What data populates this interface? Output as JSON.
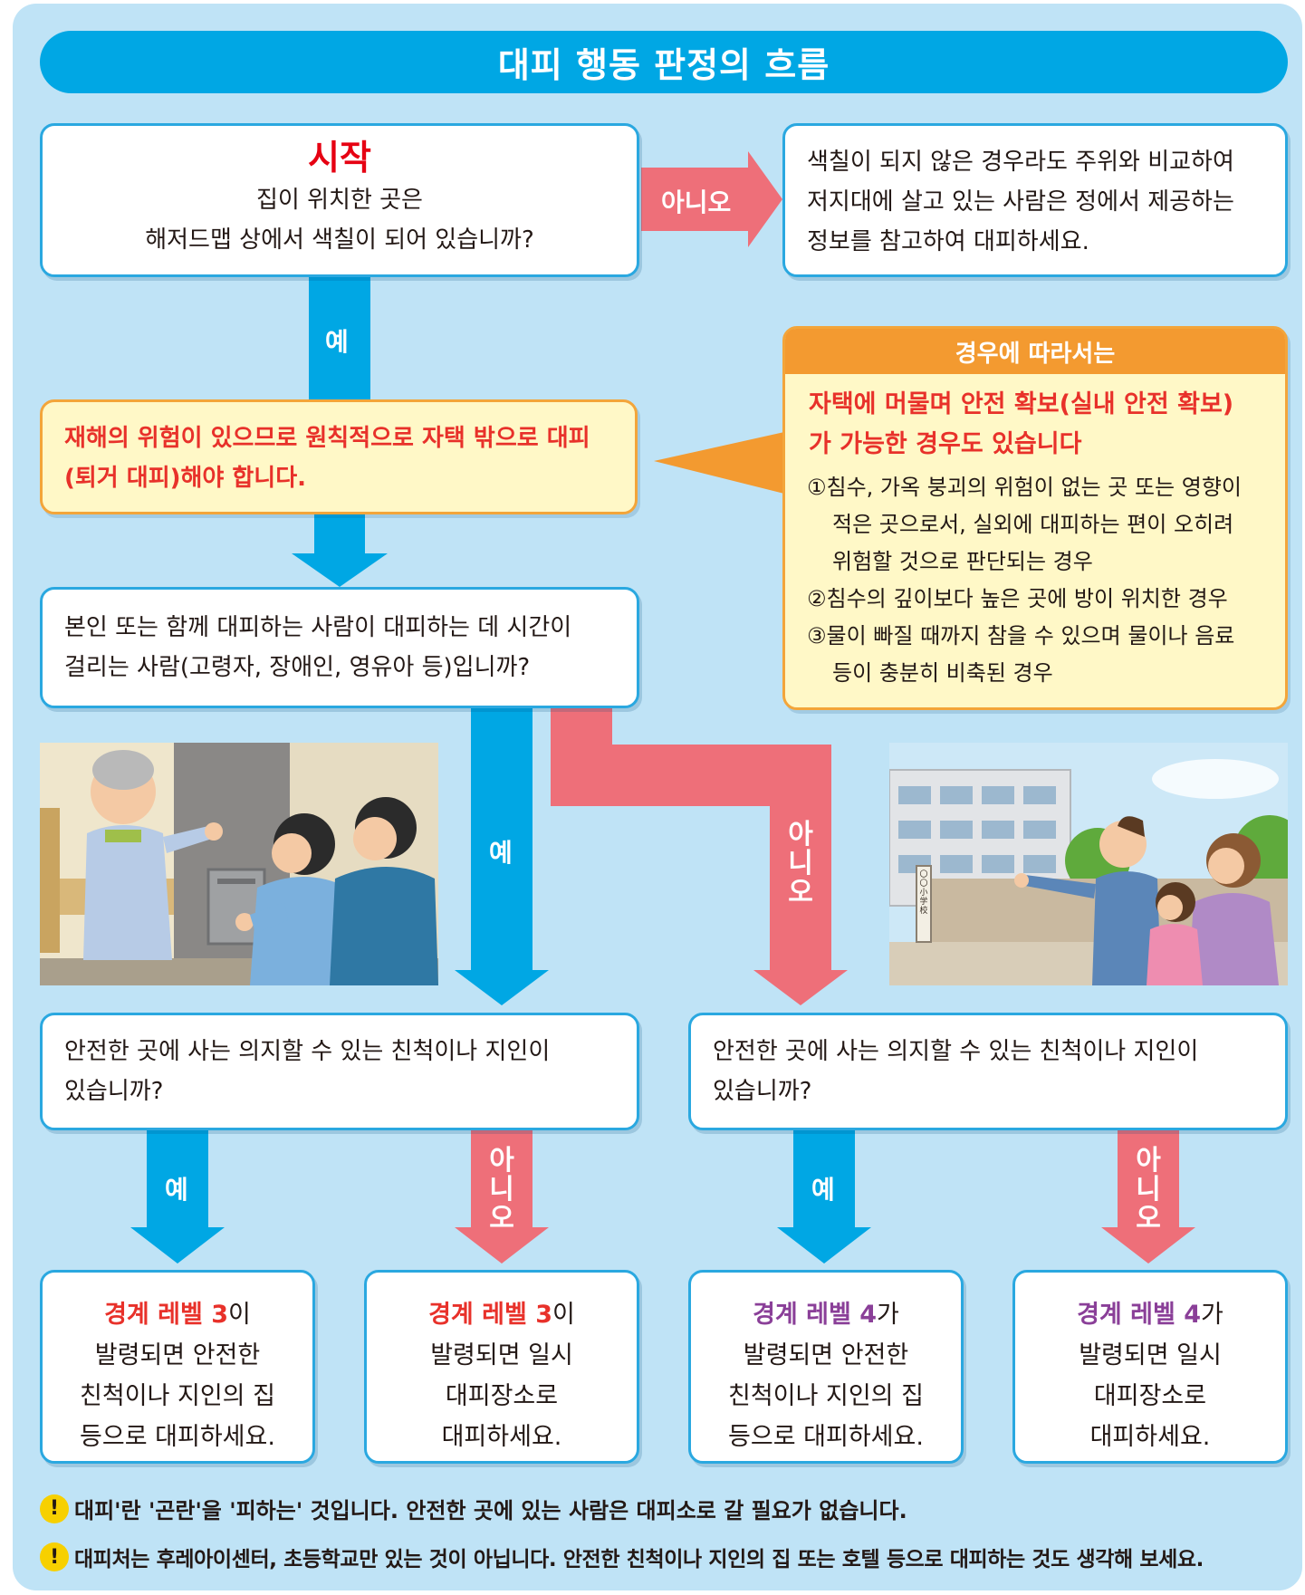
{
  "title": "대피 행동 판정의 흐름",
  "start": {
    "heading": "시작",
    "line1": "집이 위치한 곳은",
    "line2": "해저드맵 상에서 색칠이 되어 있습니까?"
  },
  "labels": {
    "yes": "예",
    "no": "아니오",
    "no_v1": "아",
    "no_v2": "니",
    "no_v3": "오"
  },
  "not_colored": {
    "line1": "색칠이 되지 않은 경우라도 주위와 비교하여",
    "line2": "저지대에 살고 있는 사람은 정에서 제공하는",
    "line3": "정보를 참고하여 대피하세요."
  },
  "evacuate": {
    "line1": "재해의 위험이 있으므로 원칙적으로 자택 밖으로 대피",
    "line2": "(퇴거 대피)해야 합니다."
  },
  "cases": {
    "header": "경우에 따라서는",
    "lead1": "자택에 머물며 안전 확보(실내 안전 확보)",
    "lead2": "가 가능한 경우도 있습니다",
    "item1_l1": "①침수, 가옥 붕괴의 위험이 없는 곳 또는 영향이",
    "item1_l2": "적은 곳으로서, 실외에 대피하는 편이 오히려",
    "item1_l3": "위험할 것으로 판단되는 경우",
    "item2_l1": "②침수의 깊이보다 높은 곳에 방이 위치한 경우",
    "item3_l1": "③물이 빠질 때까지 참을 수 있으며 물이나 음료",
    "item3_l2": "등이 충분히 비축된 경우"
  },
  "question2": {
    "line1": "본인 또는 함께 대피하는 사람이 대피하는 데 시간이",
    "line2": "걸리는 사람(고령자, 장애인, 영유아 등)입니까?"
  },
  "school_sign": "〇〇小学校",
  "question3": {
    "line1": "안전한 곳에 사는 의지할 수 있는 친척이나 지인이",
    "line2": "있습니까?"
  },
  "results": [
    {
      "level": "경계 레벨 3",
      "suffix": "이",
      "l1": "발령되면 안전한",
      "l2": "친척이나 지인의 집",
      "l3": "등으로 대피하세요."
    },
    {
      "level": "경계 레벨 3",
      "suffix": "이",
      "l1": "발령되면 일시",
      "l2": "대피장소로",
      "l3": "대피하세요."
    },
    {
      "level": "경계 레벨 4",
      "suffix": "가",
      "l1": "발령되면 안전한",
      "l2": "친척이나 지인의 집",
      "l3": "등으로 대피하세요."
    },
    {
      "level": "경계 레벨 4",
      "suffix": "가",
      "l1": "발령되면 일시",
      "l2": "대피장소로",
      "l3": "대피하세요."
    }
  ],
  "notes": [
    "대피'란 '곤란'을 '피하는' 것입니다. 안전한 곳에 있는 사람은 대피소로 갈 필요가 없습니다.",
    "대피처는 후레아이센터, 초등학교만 있는 것이 아닙니다. 안전한 친척이나 지인의 집 또는 호텔 등으로 대피하는 것도 생각해 보세요."
  ],
  "colors": {
    "blue": "#00a7e4",
    "pink": "#ee6f79",
    "orange": "#f39a30",
    "red": "#e8312a",
    "purple": "#8a3f98"
  }
}
